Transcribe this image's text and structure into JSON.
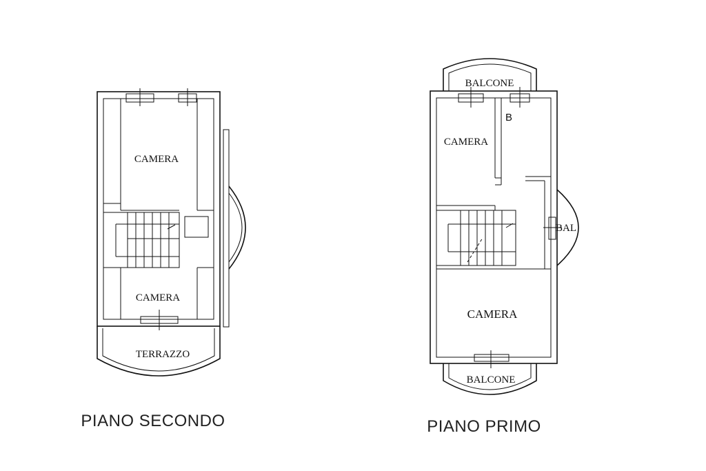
{
  "left_floor": {
    "title": "PIANO SECONDO",
    "rooms": {
      "camera_top": "CAMERA",
      "camera_bottom": "CAMERA",
      "terrazzo": "TERRAZZO"
    }
  },
  "right_floor": {
    "title": "PIANO PRIMO",
    "rooms": {
      "balcone_top": "BALCONE",
      "bagno": "B",
      "camera_top": "CAMERA",
      "balcone_side": "BAL",
      "camera_main": "CAMERA",
      "balcone_bottom": "BALCONE"
    }
  }
}
